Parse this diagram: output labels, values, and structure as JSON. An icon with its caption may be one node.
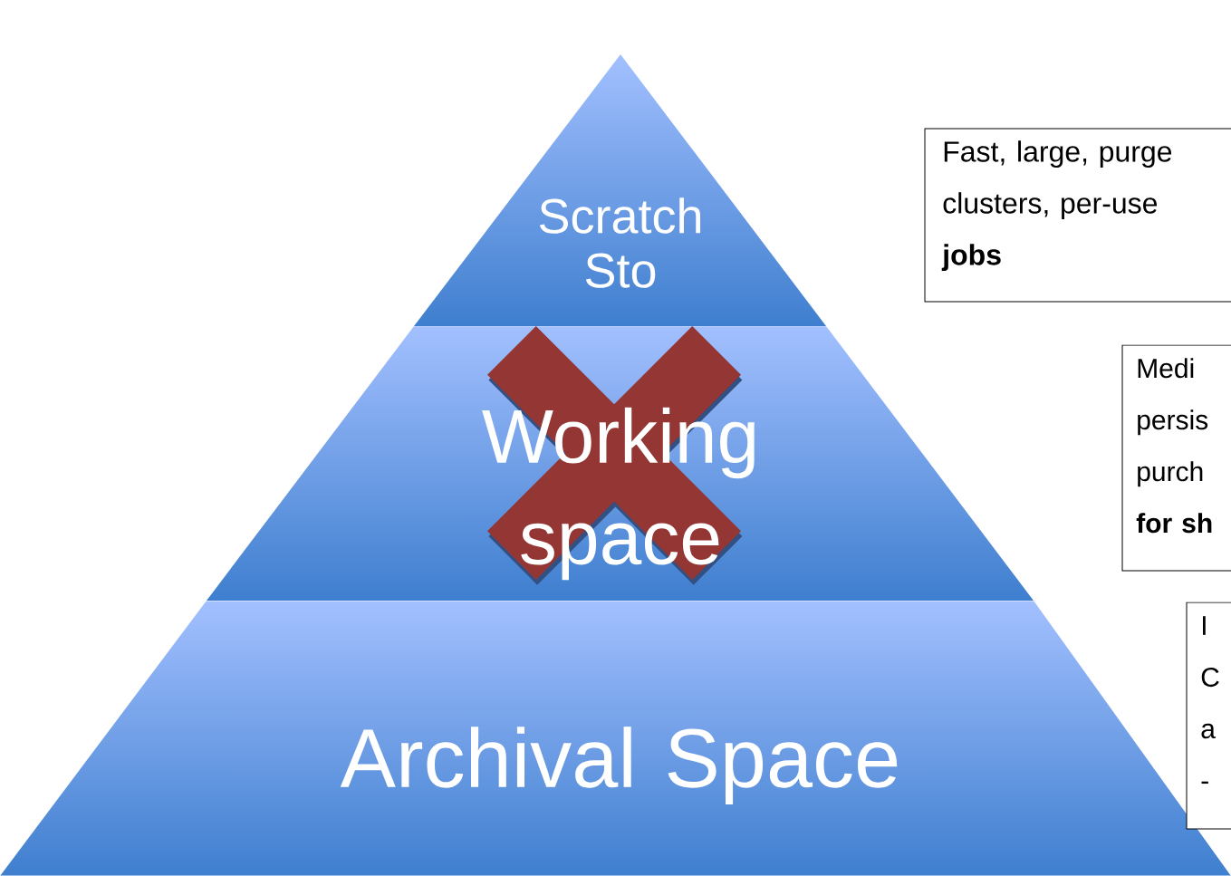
{
  "diagram": {
    "nodes": [
      {
        "text": [
          "Scratch Sto"
        ]
      },
      {
        "text": [
          "Working space"
        ]
      },
      {
        "text": [
          "Archival Space"
        ]
      },
      {
        "text": [
          "Fast, large, purge clusters, per-use **jobs**"
        ]
      },
      {
        "text": [
          "Medi persis purch **for sh**"
        ]
      },
      {
        "text": [
          "I C a -"
        ]
      }
    ]
  }
}
